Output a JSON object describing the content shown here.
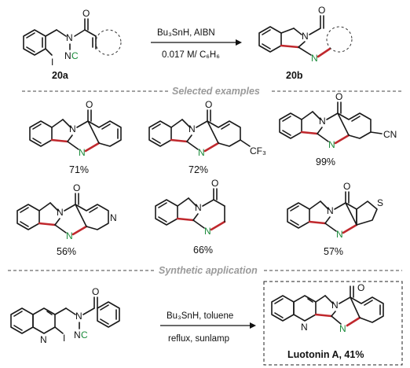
{
  "scheme": {
    "reaction1": {
      "conditions_top": "Bu₃SnH, AIBN",
      "conditions_bottom": "0.017 M/ C₆H₆",
      "start_label": "20a",
      "product_label": "20b"
    },
    "section_examples": "Selected examples",
    "examples": [
      {
        "yield": "71%"
      },
      {
        "yield": "72%",
        "substituent": "CF₃"
      },
      {
        "yield": "99%",
        "substituent": "CN"
      },
      {
        "yield": "56%"
      },
      {
        "yield": "66%"
      },
      {
        "yield": "57%"
      }
    ],
    "section_application": "Synthetic application",
    "reaction2": {
      "conditions_top": "Bu₃SnH, toluene",
      "conditions_bottom": "reflux, sunlamp",
      "product_label": "Luotonin A, 41%"
    },
    "atoms": {
      "N": "N",
      "O": "O",
      "I": "I",
      "CN": "CN",
      "S": "S"
    },
    "colors": {
      "new_bond": "#c0282d",
      "nitrogen": "#1a8a3a",
      "section_text": "#9a9a9a"
    }
  }
}
